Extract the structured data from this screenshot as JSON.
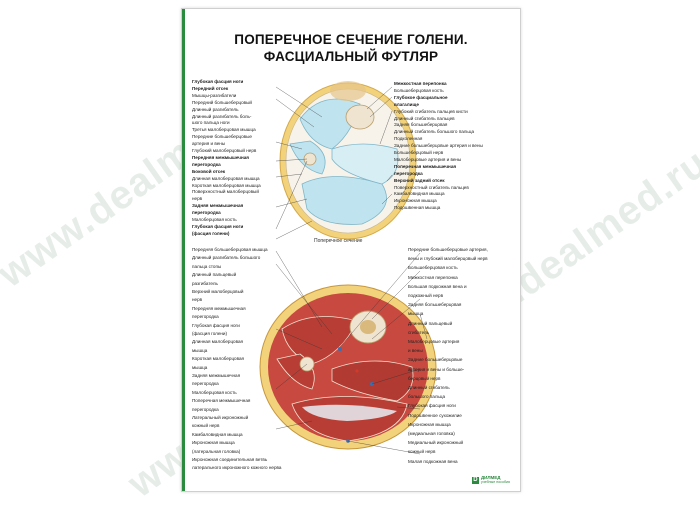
{
  "title": {
    "line1": "ПОПЕРЕЧНОЕ СЕЧЕНИЕ ГОЛЕНИ.",
    "line2": "ФАСЦИАЛЬНЫЙ ФУТЛЯР"
  },
  "subtitle": "Поперечное сечение",
  "watermark": {
    "text1": "www.dealmed.ru",
    "text2": "www.dealmed.ru",
    "text3": "www.dealmed.ru"
  },
  "brand": {
    "mark": "D",
    "name": "ДИЛМЕД",
    "sub": "учебные пособия"
  },
  "top_left_labels": [
    {
      "text": "Глубокая фасция ноги",
      "bold": true
    },
    {
      "text": "Передний отсек",
      "bold": true
    },
    {
      "text": "Мышцы-разгибатели",
      "bold": false
    },
    {
      "text": "Передний большеберцовый",
      "bold": false
    },
    {
      "text": "Длинный разгибатель",
      "bold": false
    },
    {
      "text": "Длинный разгибатель боль-",
      "bold": false
    },
    {
      "text": "шого пальца ноги",
      "bold": false
    },
    {
      "text": "Третья малоберцовая мышца",
      "bold": false
    },
    {
      "text": "Передние большеберцовые",
      "bold": false
    },
    {
      "text": "артерия и вены",
      "bold": false
    },
    {
      "text": "Глубокий малоберцовый нерв",
      "bold": false
    },
    {
      "text": "Передняя межмышечная",
      "bold": true
    },
    {
      "text": "перегородка",
      "bold": true
    },
    {
      "text": "Боковой отсек",
      "bold": true
    },
    {
      "text": "Длинная малоберцовая мышца",
      "bold": false
    },
    {
      "text": "Короткая малоберцовая мышца",
      "bold": false
    },
    {
      "text": "Поверхностный малоберцовый",
      "bold": false
    },
    {
      "text": "нерв",
      "bold": false
    },
    {
      "text": "Задняя межмышечная",
      "bold": true
    },
    {
      "text": "перегородка",
      "bold": true
    },
    {
      "text": "Малоберцовая кость",
      "bold": false
    },
    {
      "text": "Глубокая фасция ноги",
      "bold": true
    },
    {
      "text": "(фасция голени)",
      "bold": true
    }
  ],
  "top_right_labels": [
    {
      "text": "Межкостная перепонка",
      "bold": true
    },
    {
      "text": "Большеберцовая кость",
      "bold": false
    },
    {
      "text": "Глубокое фасциальное",
      "bold": true
    },
    {
      "text": "влагалище",
      "bold": true
    },
    {
      "text": "Глубокий сгибатель пальцев кисти",
      "bold": false
    },
    {
      "text": "Длинный сгибатель пальцев",
      "bold": false
    },
    {
      "text": "Задняя большеберцовая",
      "bold": false
    },
    {
      "text": "Длинный сгибатель большого пальца",
      "bold": false
    },
    {
      "text": "Подколенная",
      "bold": false
    },
    {
      "text": "Задние большеберцовые артерия и вены",
      "bold": false
    },
    {
      "text": "Большеберцовый нерв",
      "bold": false
    },
    {
      "text": "Малоберцовые артерия и вены",
      "bold": false
    },
    {
      "text": "Поперечная межмышечная",
      "bold": true
    },
    {
      "text": "перегородка",
      "bold": true
    },
    {
      "text": "Верхний задний отсек",
      "bold": true
    },
    {
      "text": "Поверхностный сгибатель пальцев",
      "bold": false
    },
    {
      "text": "Камбаловидная мышца",
      "bold": false
    },
    {
      "text": "Икроножная мышца",
      "bold": false
    },
    {
      "text": "Подошвенная мышца",
      "bold": false
    }
  ],
  "bottom_left_labels": [
    {
      "text": "Передняя большеберцовая мышца",
      "bold": false
    },
    {
      "text": "Длинный разгибатель большого",
      "bold": false
    },
    {
      "text": "пальца стопы",
      "bold": false
    },
    {
      "text": "Длинный пальцевый",
      "bold": false
    },
    {
      "text": "разгибатель",
      "bold": false
    },
    {
      "text": "Верхний малоберцовый",
      "bold": false
    },
    {
      "text": "нерв",
      "bold": false
    },
    {
      "text": "Передняя межмышечная",
      "bold": false
    },
    {
      "text": "перегородка",
      "bold": false
    },
    {
      "text": "Глубокая фасция ноги",
      "bold": false
    },
    {
      "text": "(фасция голени)",
      "bold": false
    },
    {
      "text": "Длинная малоберцовая",
      "bold": false
    },
    {
      "text": "мышца",
      "bold": false
    },
    {
      "text": "Короткая малоберцовая",
      "bold": false
    },
    {
      "text": "мышца",
      "bold": false
    },
    {
      "text": "Задняя межмышечная",
      "bold": false
    },
    {
      "text": "перегородка",
      "bold": false
    },
    {
      "text": "Малоберцовая кость",
      "bold": false
    },
    {
      "text": "Поперечная межмышечная",
      "bold": false
    },
    {
      "text": "перегородка",
      "bold": false
    },
    {
      "text": "Латеральный икроножный",
      "bold": false
    },
    {
      "text": "кожный нерв",
      "bold": false
    },
    {
      "text": "Камбаловидная мышца",
      "bold": false
    },
    {
      "text": "Икроножная мышца",
      "bold": false
    },
    {
      "text": "(латеральная головка)",
      "bold": false
    },
    {
      "text": "Икроножная соединительная ветвь",
      "bold": false
    },
    {
      "text": "латерального икроножного кожного нерва",
      "bold": false
    }
  ],
  "bottom_right_labels": [
    {
      "text": "Передние большеберцовые артерия,",
      "bold": false
    },
    {
      "text": "вены и глубокий малоберцовый нерв",
      "bold": false
    },
    {
      "text": "Большеберцовая кость",
      "bold": false
    },
    {
      "text": "Межкостная перепонка",
      "bold": false
    },
    {
      "text": "Большая подкожная вена и",
      "bold": false
    },
    {
      "text": "подкожный нерв",
      "bold": false
    },
    {
      "text": "Задняя большеберцовая",
      "bold": false
    },
    {
      "text": "мышца",
      "bold": false
    },
    {
      "text": "Длинный пальцевый",
      "bold": false
    },
    {
      "text": "сгибатель",
      "bold": false
    },
    {
      "text": "Малоберцовые артерия",
      "bold": false
    },
    {
      "text": "и вены",
      "bold": false
    },
    {
      "text": "Задние большеберцовые",
      "bold": false
    },
    {
      "text": "артерия и вены и больше-",
      "bold": false
    },
    {
      "text": "берцовый нерв",
      "bold": false
    },
    {
      "text": "Длинный сгибатель",
      "bold": false
    },
    {
      "text": "большого пальца",
      "bold": false
    },
    {
      "text": "Глубокая фасция ноги",
      "bold": false
    },
    {
      "text": "Подошвенное сухожилие",
      "bold": false
    },
    {
      "text": "Икроножная мышца",
      "bold": false
    },
    {
      "text": "(медиальная головка)",
      "bold": false
    },
    {
      "text": "Медиальный икроножный",
      "bold": false
    },
    {
      "text": "кожный нерв",
      "bold": false
    },
    {
      "text": "Малая подкожная вена",
      "bold": false
    }
  ],
  "colors": {
    "accent": "#2a8a3e",
    "muscle": "#c8493f",
    "fat": "#f2d27a",
    "fascia": "#bfe3ef",
    "bone": "#efe4cf"
  }
}
